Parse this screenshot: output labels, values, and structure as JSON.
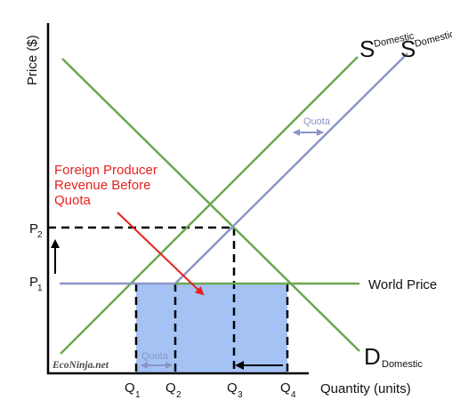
{
  "axes": {
    "y_label": "Price ($)",
    "x_label": "Quantity (units)"
  },
  "price_ticks": [
    {
      "main": "P",
      "sub": "2"
    },
    {
      "main": "P",
      "sub": "1"
    }
  ],
  "quantity_ticks": [
    {
      "main": "Q",
      "sub": "1"
    },
    {
      "main": "Q",
      "sub": "2"
    },
    {
      "main": "Q",
      "sub": "3"
    },
    {
      "main": "Q",
      "sub": "4"
    }
  ],
  "curves": {
    "supply_domestic": {
      "main": "S",
      "sub": "Domestic"
    },
    "supply_quota": {
      "main": "S",
      "sub": "Domestic+Quota"
    },
    "demand_domestic": {
      "main": "D",
      "sub": "Domestic"
    },
    "world_price": "World Price"
  },
  "annotations": {
    "revenue_line1": "Foreign Producer",
    "revenue_line2": "Revenue Before",
    "revenue_line3": "Quota",
    "quota_top": "Quota",
    "quota_bottom": "Quota",
    "brand": "EcoNinja.net"
  },
  "colors": {
    "supply": "#6aa84f",
    "demand": "#6aa84f",
    "shifted_supply": "#8a96c6",
    "world_price": "#6aa84f",
    "revenue_fill": "#a4c2f4",
    "arrow_red": "#e8211d",
    "dashed": "#000000"
  }
}
